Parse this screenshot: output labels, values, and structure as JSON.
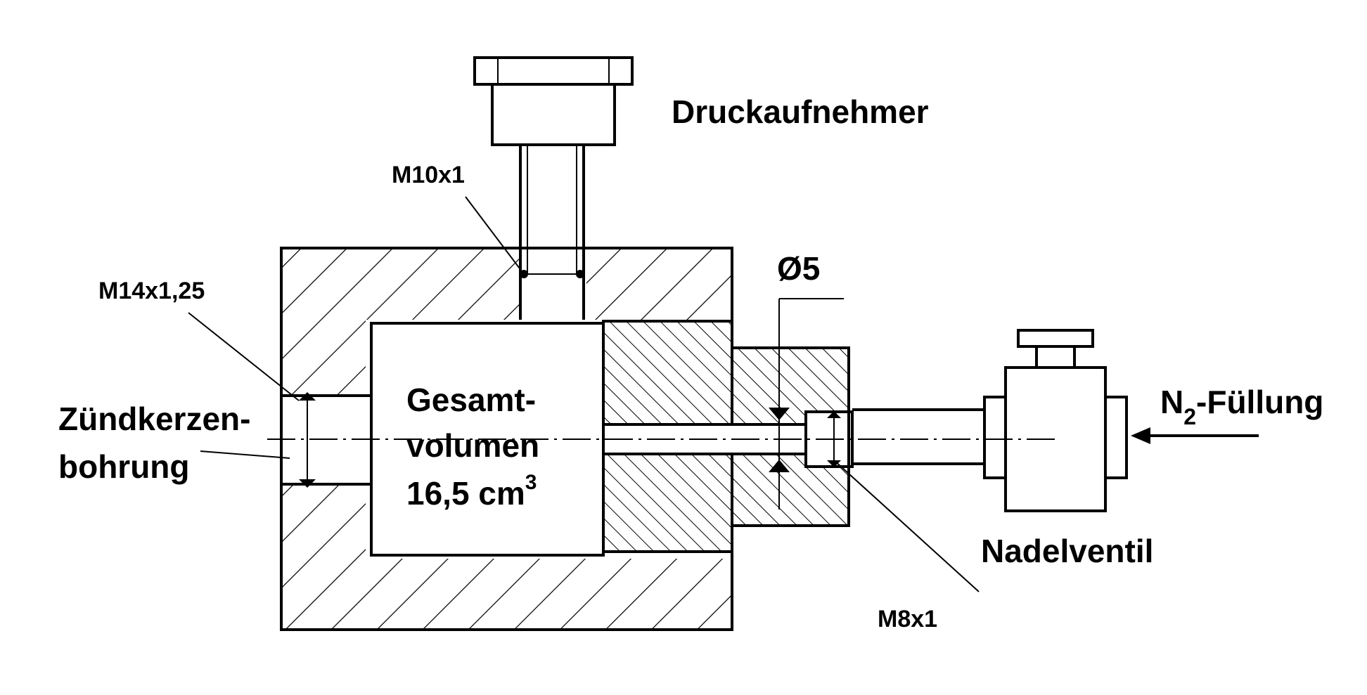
{
  "diagram": {
    "labels": {
      "druckaufnehmer": "Druckaufnehmer",
      "m10": "M10x1",
      "m14": "M14x1,25",
      "zuend_line1": "Zündkerzen-",
      "zuend_line2": "bohrung",
      "gesamt_line1": "Gesamt-",
      "gesamt_line2": "volumen",
      "gesamt_line3": "16,5 cm",
      "gesamt_sup": "3",
      "d5": "Ø5",
      "n2_pre": "N",
      "n2_sub": "2",
      "n2_post": "-Füllung",
      "nadelventil": "Nadelventil",
      "m8": "M8x1"
    }
  }
}
